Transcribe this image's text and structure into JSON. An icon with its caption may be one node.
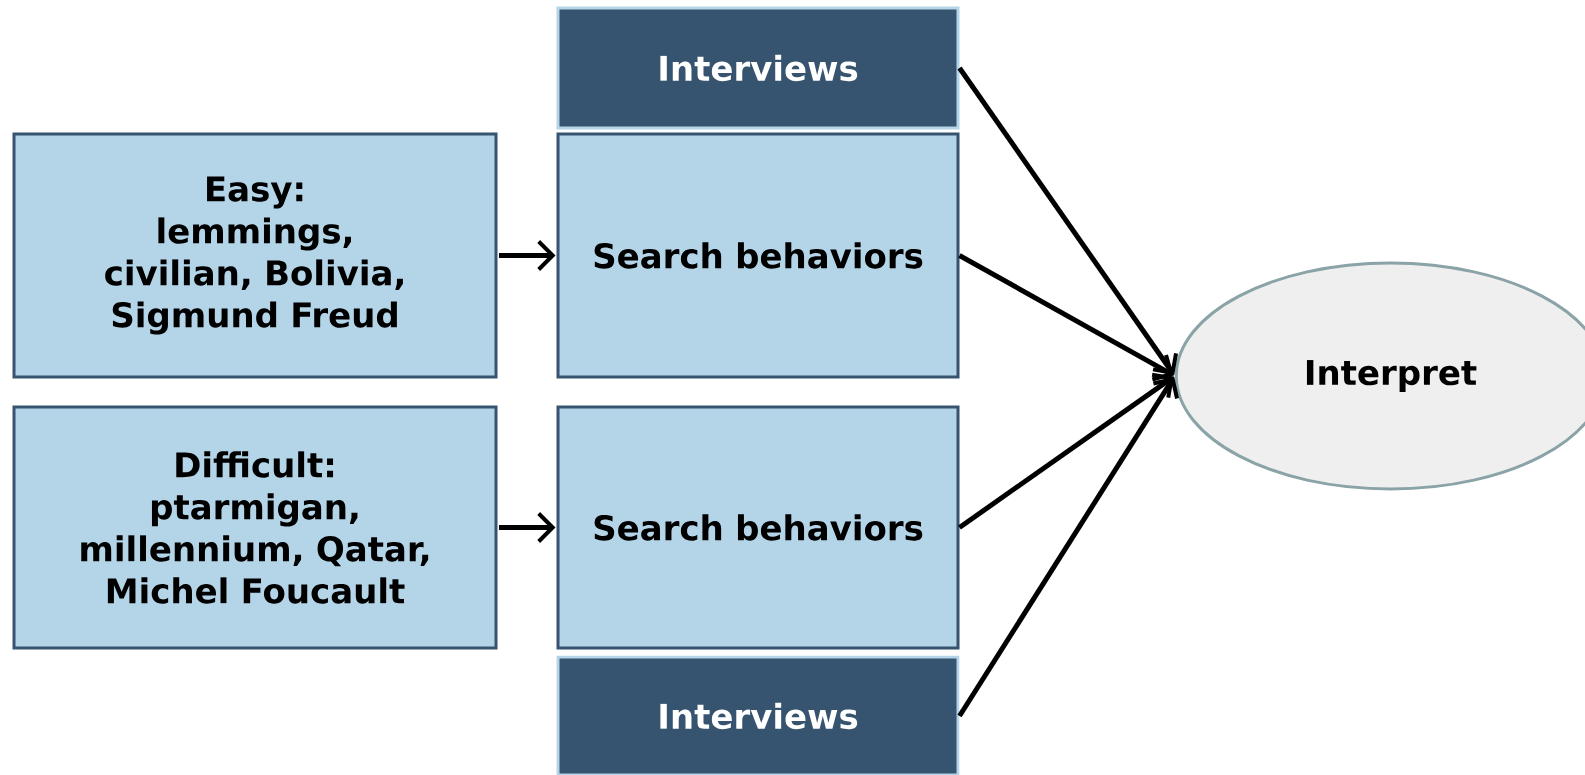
{
  "diagram": {
    "nodes": [
      {
        "text": [
          "Interviews"
        ]
      },
      {
        "text": [
          "Easy:",
          "lemmings, civilian, Bolivia, Sigmund Freud"
        ]
      },
      {
        "text": [
          "Search behaviors"
        ]
      },
      {
        "text": [
          "Difficult:",
          "ptarmigan, millennium, Qatar, Michel Foucault"
        ]
      },
      {
        "text": [
          "Search behaviors"
        ]
      },
      {
        "text": [
          "Interviews"
        ]
      },
      {
        "text": [
          "Interpret"
        ]
      }
    ],
    "edges": [
      {
        "from": 1,
        "to": 2,
        "arrow": "to"
      },
      {
        "from": 3,
        "to": 4,
        "arrow": "to"
      },
      {
        "from": 0,
        "to": 6,
        "arrow": "to"
      },
      {
        "from": 2,
        "to": 6,
        "arrow": "to"
      },
      {
        "from": 4,
        "to": 6,
        "arrow": "to"
      },
      {
        "from": 5,
        "to": 6,
        "arrow": "to"
      }
    ]
  }
}
